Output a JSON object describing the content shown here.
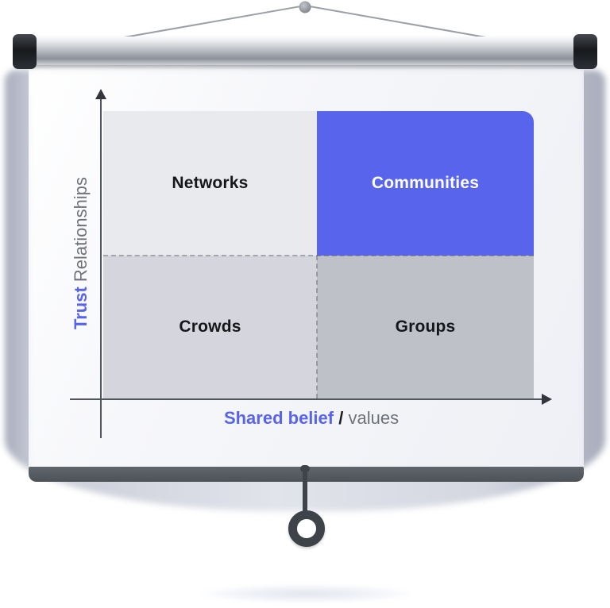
{
  "scene": {
    "description": "Pull-down projector screen displaying a 2x2 quadrant matrix of group types"
  },
  "colors": {
    "accent_blue": "#5864ec",
    "axis": "#51555c",
    "label_gray": "#6f727a",
    "screen_bottom_bar": "#51555c",
    "roller_cap_dark": "#1c1f23"
  },
  "chart_data": {
    "type": "quadrant-matrix",
    "x_axis_label": {
      "bold": "Shared belief",
      "separator": "/",
      "regular": "values"
    },
    "y_axis_label": {
      "bold": "Trust",
      "regular": "Relationships"
    },
    "quadrants": [
      {
        "position": "top-left",
        "label": "Networks",
        "bg": "#e9eaee",
        "text_color": "#15171a"
      },
      {
        "position": "top-right",
        "label": "Communities",
        "bg": "#5864ec",
        "text_color": "#ffffff"
      },
      {
        "position": "bottom-left",
        "label": "Crowds",
        "bg": "#d5d6dd",
        "text_color": "#15171a"
      },
      {
        "position": "bottom-right",
        "label": "Groups",
        "bg": "#bfc1c9",
        "text_color": "#15171a"
      }
    ]
  }
}
